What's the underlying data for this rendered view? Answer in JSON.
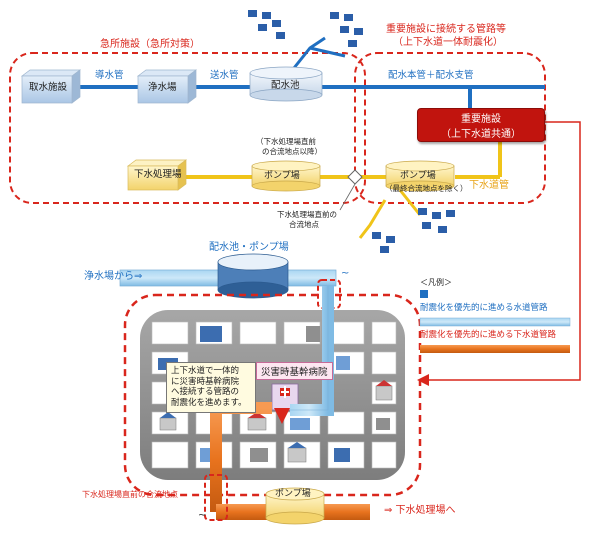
{
  "top": {
    "emergency_title": "急所施設（急所対策）",
    "important_title_line1": "重要施設に接続する管路等",
    "important_title_line2": "（上下水道一体耐震化）",
    "intake_facility": "取水施設",
    "conveyance_pipe": "導水管",
    "purification_plant": "浄水場",
    "transmission_pipe": "送水管",
    "distribution_reservoir": "配水池",
    "distribution_pipes": "配水本管＋配水支管",
    "important_facility_line1": "重要施設",
    "important_facility_line2": "（上下水道共通）",
    "sewage_plant": "下水処理場",
    "pump_station_left": "ポンプ場",
    "pump_station_right": "ポンプ場",
    "note_before_merge_line1": "（下水処理場直前",
    "note_before_merge_line2": "の合流地点以降）",
    "note_excluding_merge": "（最終合流地点を除く）",
    "sewer_pipe": "下水道管",
    "merge_point_line1": "下水処理場直前の",
    "merge_point_line2": "合流地点"
  },
  "bottom": {
    "reservoir_pump_title": "配水池・ポンプ場",
    "from_purification": "浄水場から⇒",
    "tilde_right": "~",
    "legend_title": "＜凡例＞",
    "legend_water": "耐震化を優先的に進める水道管路",
    "legend_sewer": "耐震化を優先的に進める下水道管路",
    "callout_line1": "上下水道で一体的",
    "callout_line2": "に災害時基幹病院",
    "callout_line3": "へ接続する管路の",
    "callout_line4": "耐震化を進めます。",
    "hospital": "災害時基幹病院",
    "merge_point_bottom": "下水処理場直前の合流地点",
    "tilde_left": "~",
    "pump_station_bottom": "ポンプ場",
    "to_sewage_plant": "⇒ 下水処理場へ"
  },
  "colors": {
    "water_pipe": "#8ec5ea",
    "water_pipe_dark": "#1f6fc1",
    "sewer_pipe": "#e8731e",
    "sewer_pipe_top": "#f0c419",
    "dashed_red": "#d9261c",
    "important_facility": "#c1140e"
  }
}
